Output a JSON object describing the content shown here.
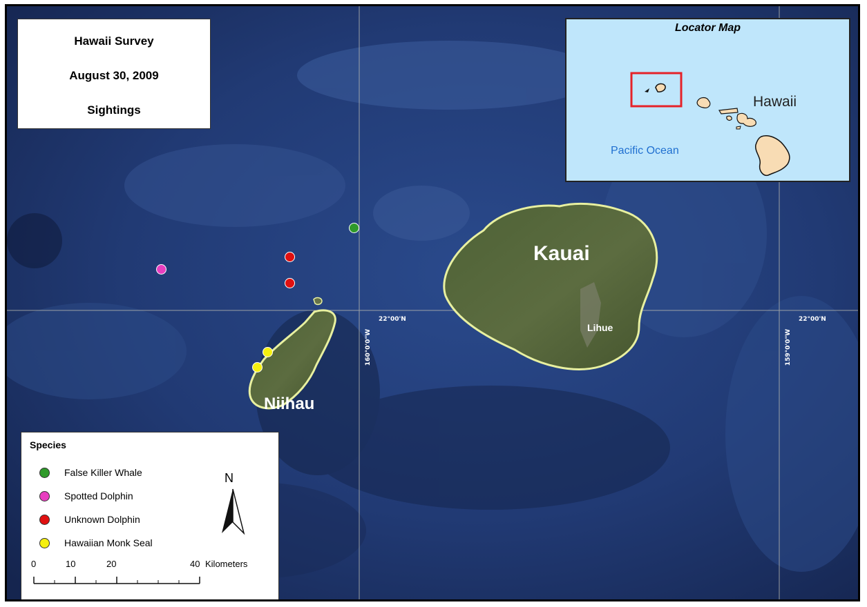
{
  "title_box": {
    "line1": "Hawaii Survey",
    "line2": "August 30, 2009",
    "line3": "Sightings"
  },
  "locator_map": {
    "title": "Locator Map",
    "hawaii_label": "Hawaii",
    "ocean_label": "Pacific Ocean",
    "land_color": "#f8dcb4",
    "highlight_color": "#e52228"
  },
  "map": {
    "island_labels": {
      "kauai": "Kauai",
      "niihau": "Niihau",
      "lihue": "Lihue"
    },
    "coord_labels": {
      "lat_left": "22°00'N",
      "lat_right": "22°00'N",
      "lon_left": "160°0'0\"W",
      "lon_right": "159°0'0\"W"
    },
    "north_label": "N",
    "coastline_color": "#e8f0a0"
  },
  "legend": {
    "title": "Species",
    "items": [
      {
        "label": "False Killer Whale",
        "color": "#2f9a2a"
      },
      {
        "label": "Spotted Dolphin",
        "color": "#e83fc0"
      },
      {
        "label": "Unknown Dolphin",
        "color": "#e01010"
      },
      {
        "label": "Hawaiian Monk Seal",
        "color": "#f5f010"
      }
    ],
    "scale": {
      "ticks": [
        "0",
        "10",
        "20",
        "40"
      ],
      "unit": "Kilometers"
    }
  },
  "sightings": [
    {
      "species": "False Killer Whale"
    },
    {
      "species": "Spotted Dolphin"
    },
    {
      "species": "Unknown Dolphin"
    },
    {
      "species": "Unknown Dolphin"
    },
    {
      "species": "Hawaiian Monk Seal"
    },
    {
      "species": "Hawaiian Monk Seal"
    }
  ]
}
